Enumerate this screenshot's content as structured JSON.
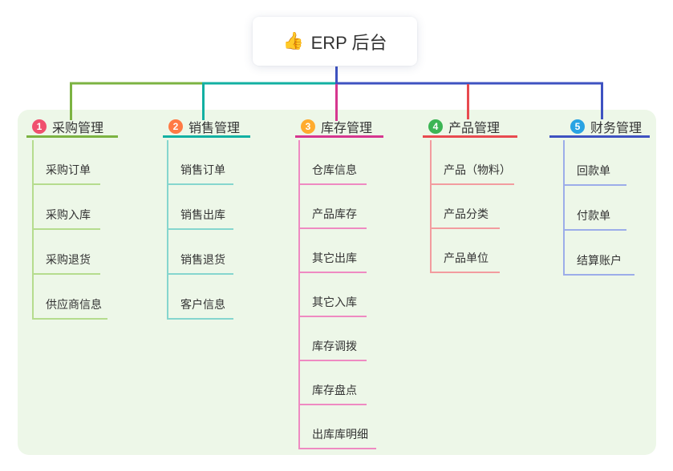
{
  "root": {
    "icon_glyph": "👍",
    "title": "ERP 后台"
  },
  "colors": {
    "page_bg": "#ffffff",
    "panel_bg": "#edf7e8",
    "text": "#333333",
    "root_connector": "#3e52c1"
  },
  "branches": [
    {
      "badge": "1",
      "label": "采购管理",
      "line_color": "#7cb342",
      "child_line_color": "#b5dc8e",
      "badge_color": "#f0506e",
      "children": [
        "采购订单",
        "采购入库",
        "采购退货",
        "供应商信息"
      ]
    },
    {
      "badge": "2",
      "label": "销售管理",
      "line_color": "#12b0a2",
      "child_line_color": "#85d6ce",
      "badge_color": "#ff7a45",
      "children": [
        "销售订单",
        "销售出库",
        "销售退货",
        "客户信息"
      ]
    },
    {
      "badge": "3",
      "label": "库存管理",
      "line_color": "#d6368f",
      "child_line_color": "#ef8ac2",
      "badge_color": "#ffab2e",
      "children": [
        "仓库信息",
        "产品库存",
        "其它出库",
        "其它入库",
        "库存调拨",
        "库存盘点",
        "出库库明细"
      ]
    },
    {
      "badge": "4",
      "label": "产品管理",
      "line_color": "#e84a50",
      "child_line_color": "#f39c9f",
      "badge_color": "#3cb554",
      "children": [
        "产品（物料）",
        "产品分类",
        "产品单位"
      ]
    },
    {
      "badge": "5",
      "label": "财务管理",
      "line_color": "#3e52c1",
      "child_line_color": "#9cade9",
      "badge_color": "#29a3e3",
      "children": [
        "回款单",
        "付款单",
        "结算账户"
      ]
    }
  ]
}
